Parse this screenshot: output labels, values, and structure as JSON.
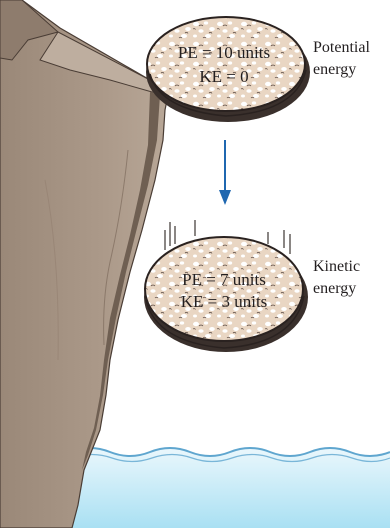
{
  "rock_top": {
    "pe": "PE = 10 units",
    "ke": "KE = 0"
  },
  "rock_bottom": {
    "pe": "PE = 7 units",
    "ke": "KE = 3 units"
  },
  "labels": {
    "potential_line1": "Potential",
    "potential_line2": "energy",
    "kinetic_line1": "Kinetic",
    "kinetic_line2": "energy"
  },
  "colors": {
    "cliff": "#a69484",
    "cliff_dark": "#6f5f52",
    "rock_fill": "#ead9c8",
    "rock_speckle": "#ffffff",
    "rock_edge": "#2a2220",
    "arrow": "#1f67b0",
    "water_light": "#eaf7fc",
    "water_deep": "#a9e0f3",
    "wave": "#5fa6cf"
  },
  "icons": [
    "down-arrow-icon",
    "motion-lines-icon"
  ]
}
